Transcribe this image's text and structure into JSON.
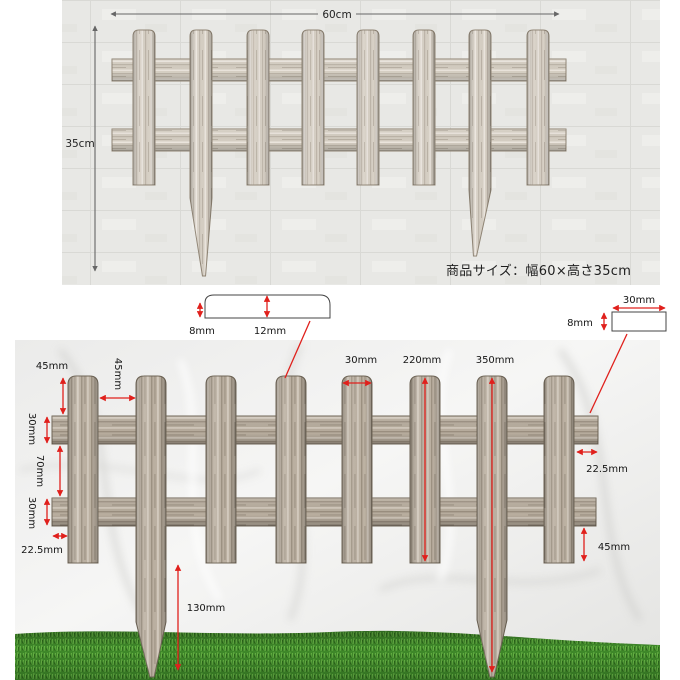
{
  "top_photo": {
    "width_label": "60cm",
    "height_label": "35cm",
    "caption": "商品サイズ：幅60×高さ35cm"
  },
  "profile_diagram": {
    "thickness_label": "8mm",
    "height_label": "12mm"
  },
  "rail_section_diagram": {
    "width_label": "30mm",
    "thickness_label": "8mm"
  },
  "dimensions": {
    "picket_top_to_rail": "45mm",
    "picket_gap": "45mm",
    "rail_height_top": "30mm",
    "rail_gap": "70mm",
    "rail_height_bottom": "30mm",
    "rail_overhang_left": "22.5mm",
    "picket_width": "30mm",
    "short_picket_length": "220mm",
    "long_picket_length": "350mm",
    "rail_overhang_right": "22.5mm",
    "rail_to_picket_bottom": "45mm",
    "stake_length": "130mm"
  },
  "colors": {
    "annotation": "#e0201c",
    "dimension_gray": "#666666",
    "grass": "#3f8a2a"
  }
}
